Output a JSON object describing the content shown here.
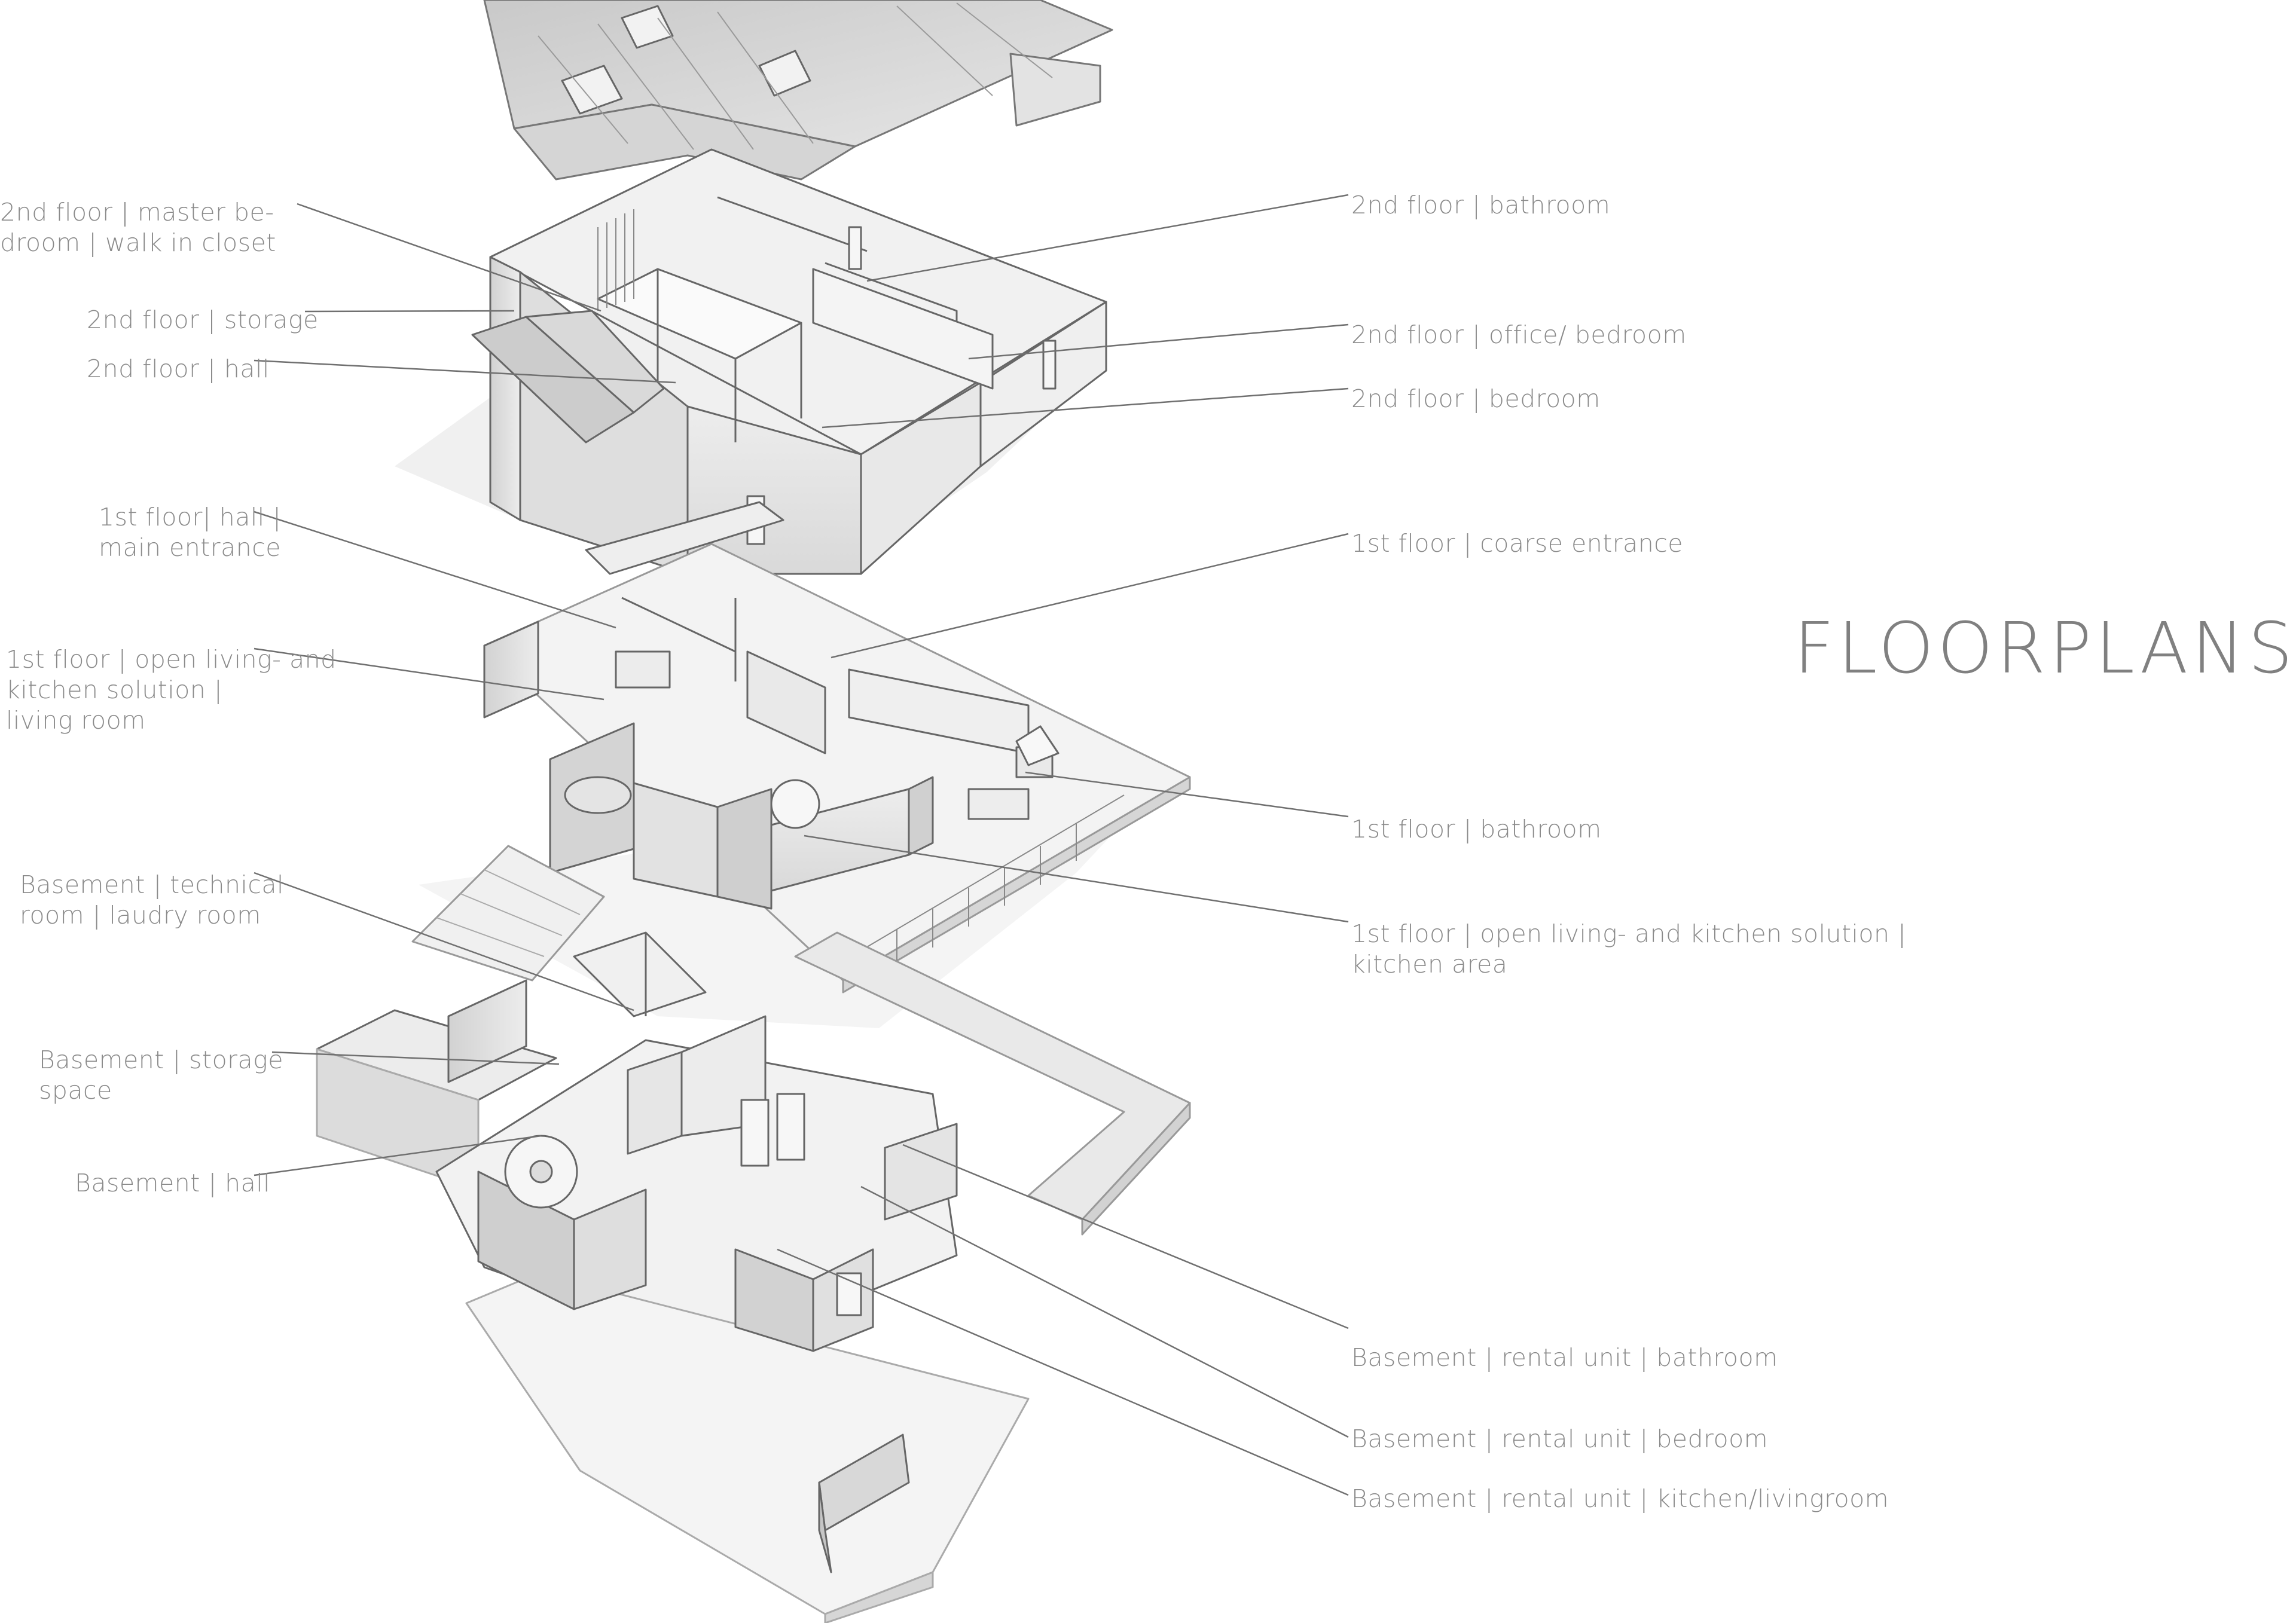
{
  "title": "FLOORPLANS",
  "labels": {
    "l1": "2nd floor | master be-\ndroom | walk in closet",
    "l2": "2nd floor | storage",
    "l3": "2nd floor | hall",
    "l4": "1st floor| hall |\nmain entrance",
    "l5": "1st floor | open living- and\nkitchen solution |\nliving room",
    "l6": "Basement | technical\nroom | laudry room",
    "l7": "Basement | storage\nspace",
    "l8": "Basement | hall",
    "r1": "2nd floor | bathroom",
    "r2": "2nd floor | office/ bedroom",
    "r3": "2nd floor | bedroom",
    "r4": "1st floor | coarse entrance",
    "r5": "1st floor | bathroom",
    "r6": "1st floor | open living- and kitchen solution |\nkitchen area",
    "r7": "Basement | rental unit | bathroom",
    "r8": "Basement | rental unit | bedroom",
    "r9": "Basement | rental unit | kitchen/livingroom"
  }
}
